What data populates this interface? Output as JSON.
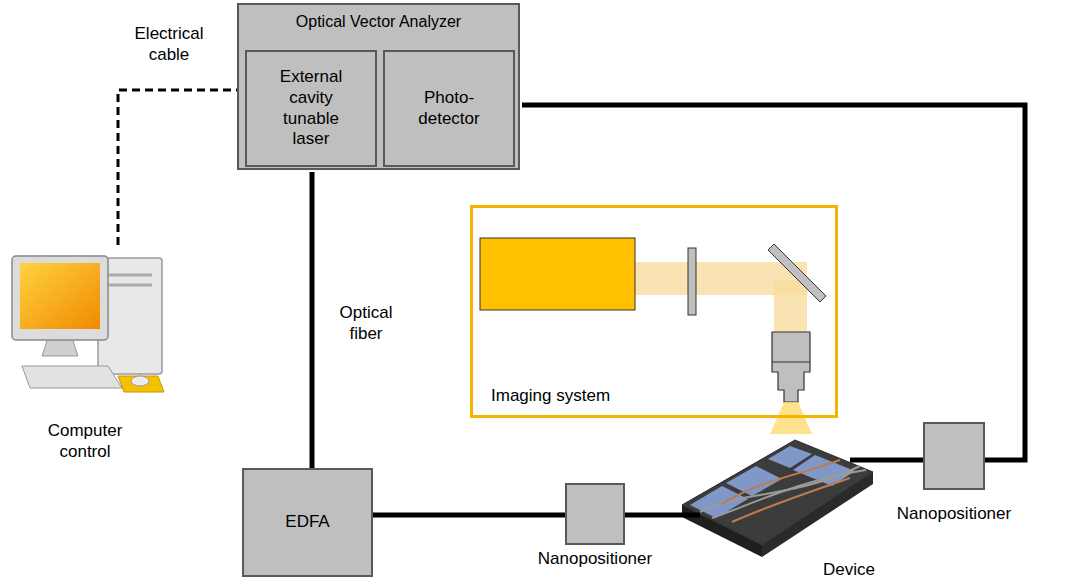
{
  "diagram": {
    "nodes": [
      {
        "text": [
          "Optical Vector Analyzer"
        ]
      },
      {
        "text": [
          "External cavity tunable laser"
        ],
        "in": 0
      },
      {
        "text": [
          "Photo- detector"
        ],
        "in": 0
      },
      {
        "text": [
          "Computer control"
        ]
      },
      {
        "text": [
          "Imaging system"
        ]
      },
      {
        "text": [
          "EDFA"
        ]
      },
      {
        "text": [
          "Nanopositioner"
        ]
      },
      {
        "text": [
          "Device"
        ]
      },
      {
        "text": [
          "Nanopositioner"
        ]
      }
    ],
    "edges": [
      {
        "from": 3,
        "to": 0,
        "arrow": "none",
        "label": "Electrical cable"
      },
      {
        "from": 1,
        "to": 5,
        "arrow": "none",
        "label": "Optical fiber"
      },
      {
        "from": 5,
        "to": 6,
        "arrow": "none"
      },
      {
        "from": 6,
        "to": 7,
        "arrow": "none"
      },
      {
        "from": 7,
        "to": 8,
        "arrow": "none"
      },
      {
        "from": 8,
        "to": 2,
        "arrow": "none"
      }
    ]
  }
}
